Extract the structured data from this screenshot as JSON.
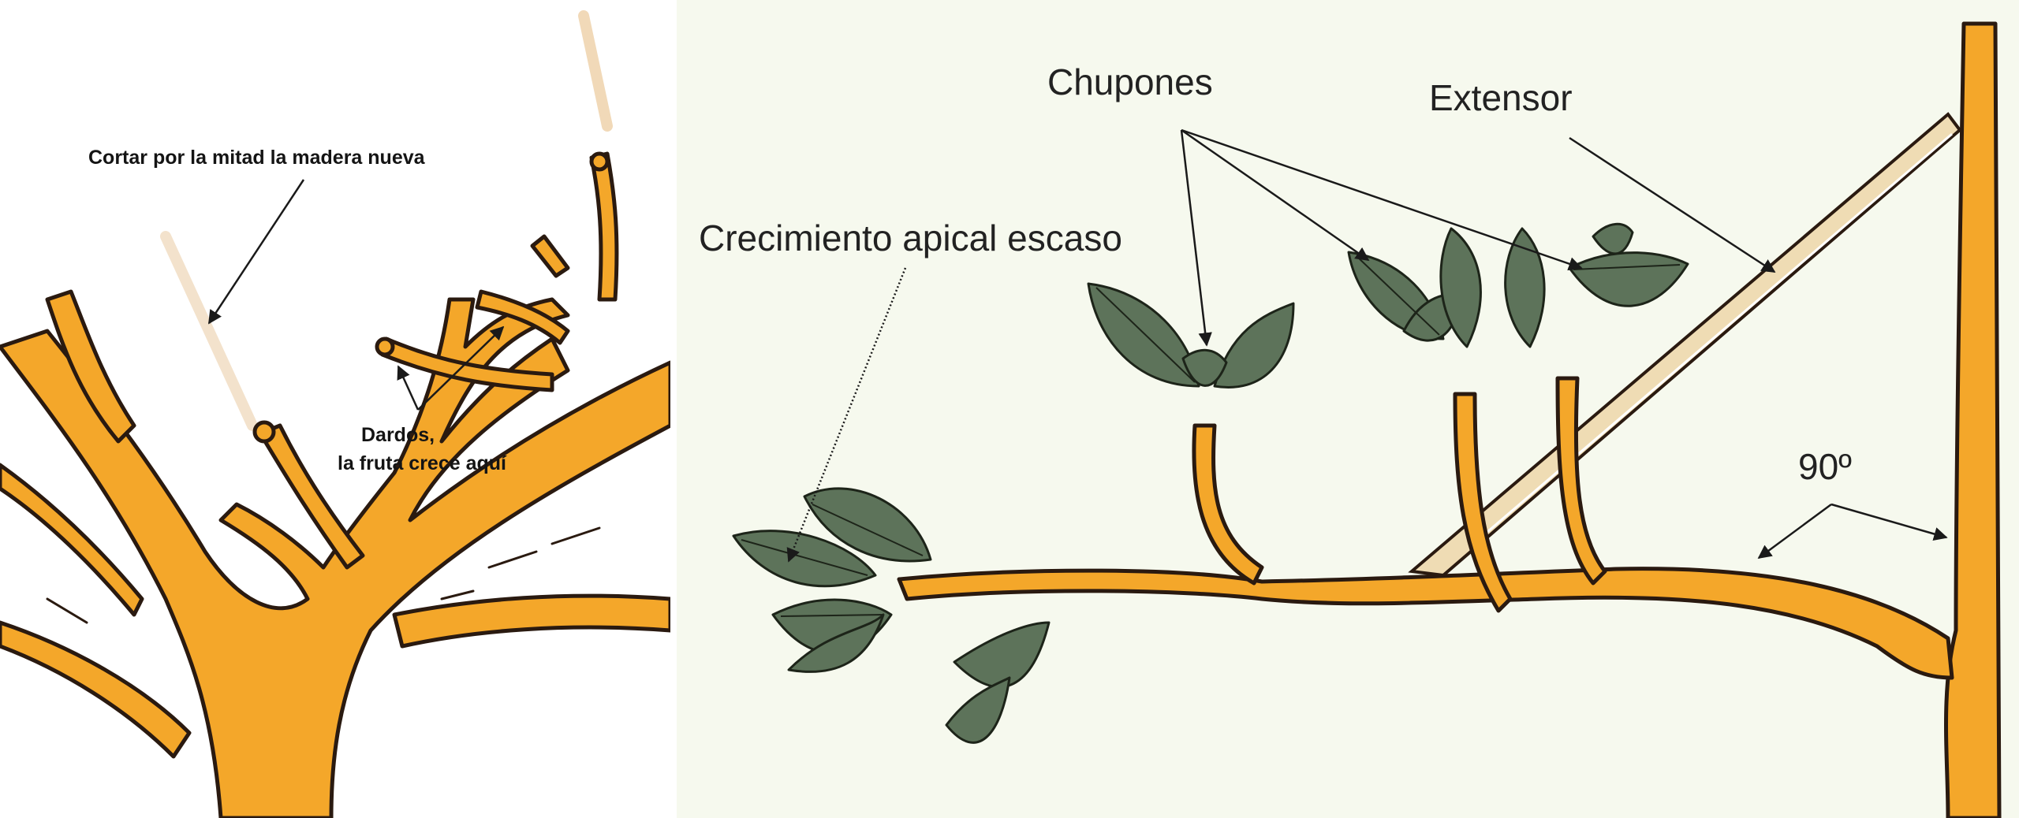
{
  "left_panel": {
    "label_cut": "Cortar por la mitad la madera nueva",
    "label_spurs_line1": "Dardos,",
    "label_spurs_line2": "la fruta crece aquí"
  },
  "right_panel": {
    "label_suckers": "Chupones",
    "label_spreader": "Extensor",
    "label_apical": "Crecimiento apical escaso",
    "label_angle": "90º"
  },
  "colors": {
    "wood": "#f4a72a",
    "outline": "#2a1a10",
    "leaf": "#5d735a",
    "background_right": "#f6f9ee"
  }
}
